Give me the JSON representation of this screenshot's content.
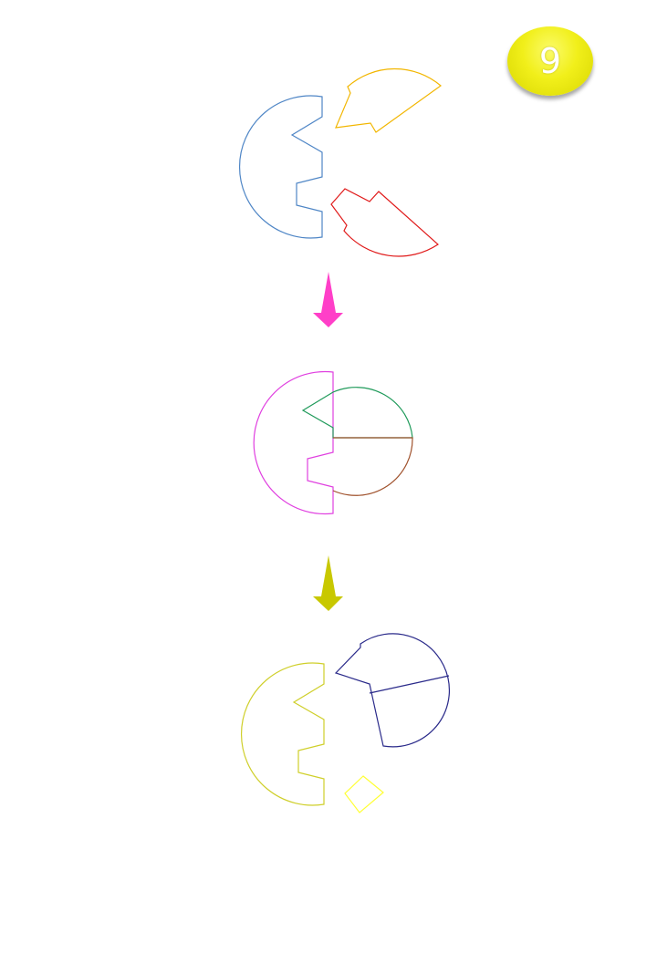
{
  "badge": {
    "number": "9",
    "color": "#f1ef1a"
  },
  "stages": [
    {
      "name": "separated-pieces",
      "colors": [
        "#4f86c6",
        "#f2b600",
        "#e01a1a"
      ]
    },
    {
      "name": "assembled-circle",
      "colors": [
        "#e040e0",
        "#1f9a5a",
        "#a0522d"
      ]
    },
    {
      "name": "rearranged-pieces",
      "colors": [
        "#cfcf2a",
        "#2a2a8a",
        "#ffff33"
      ]
    }
  ],
  "arrows": [
    {
      "name": "arrow-down-1",
      "color": "#ff3fc8"
    },
    {
      "name": "arrow-down-2",
      "color": "#c8c800"
    }
  ]
}
